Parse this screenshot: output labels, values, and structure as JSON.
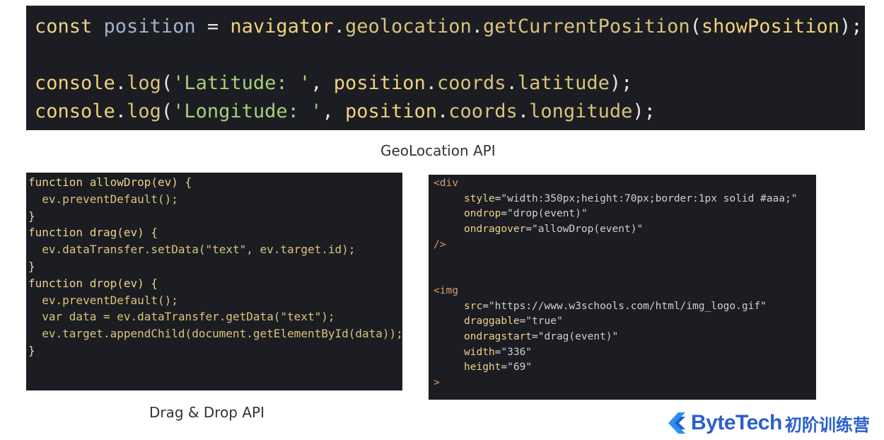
{
  "geo_code": {
    "line1": [
      "const",
      "position",
      "=",
      "navigator",
      ".",
      "geolocation",
      ".",
      "getCurrentPosition",
      "(",
      "showPosition",
      ");"
    ],
    "line3": [
      "console",
      ".",
      "log",
      "(",
      "'Latitude: '",
      ", ",
      "position",
      ".",
      "coords",
      ".",
      "latitude",
      ");"
    ],
    "line4": [
      "console",
      ".",
      "log",
      "(",
      "'Longitude: '",
      ", ",
      "position",
      ".",
      "coords",
      ".",
      "longitude",
      ");"
    ]
  },
  "geo_caption": "GeoLocation API",
  "dnd_js_lines": [
    "function allowDrop(ev) {",
    "  ev.preventDefault();",
    "}",
    "",
    "function drag(ev) {",
    "  ev.dataTransfer.setData(\"text\", ev.target.id);",
    "}",
    "",
    "function drop(ev) {",
    "  ev.preventDefault();",
    "  var data = ev.dataTransfer.getData(\"text\");",
    "  ev.target.appendChild(document.getElementById(data));",
    "}"
  ],
  "dnd_html_lines": {
    "div_open": "<div",
    "div_style_attr": "style",
    "div_style_val": "\"width:350px;height:70px;border:1px solid #aaa;\"",
    "div_ondrop_attr": "ondrop",
    "div_ondrop_val": "\"drop(event)\"",
    "div_ondragover_attr": "ondragover",
    "div_ondragover_val": "\"allowDrop(event)\"",
    "div_close": "/>",
    "img_open": "<img",
    "img_src_attr": "src",
    "img_src_val": "\"https://www.w3schools.com/html/img_logo.gif\"",
    "img_draggable_attr": "draggable",
    "img_draggable_val": "\"true\"",
    "img_ondragstart_attr": "ondragstart",
    "img_ondragstart_val": "\"drag(event)\"",
    "img_width_attr": "width",
    "img_width_val": "\"336\"",
    "img_height_attr": "height",
    "img_height_val": "\"69\"",
    "img_close": ">"
  },
  "dnd_caption": "Drag & Drop API",
  "logo": {
    "brand": "ByteTech",
    "sub": "初阶训练营",
    "icon": "bytetech-logo-icon",
    "color": "#2b5fcc"
  }
}
